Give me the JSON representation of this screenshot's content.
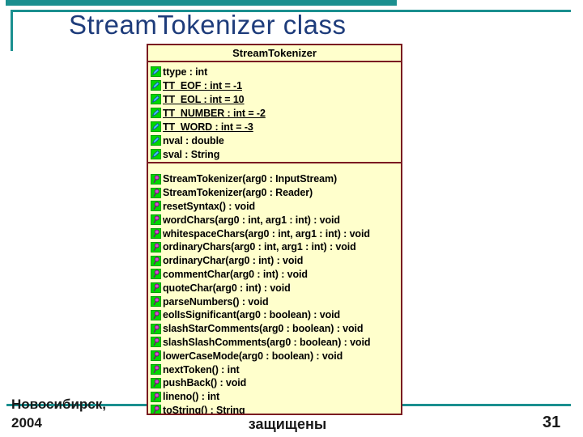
{
  "theme": {
    "accent_teal": "#1A8F8F",
    "title_color": "#1E3C7B",
    "class_box_bg": "#FFFFCC",
    "class_box_border": "#7A1B21",
    "icon_green": "#00D800",
    "attribute_glyph_color": "#44CCFF",
    "operation_glyph_color": "#D24FD2"
  },
  "slide": {
    "title": "StreamTokenizer class",
    "footer_left_line1": "Новосибирск,",
    "footer_left_line2": "2004",
    "footer_center": "защищены",
    "page_number": "31"
  },
  "uml_class": {
    "name": "StreamTokenizer",
    "fields": [
      {
        "label": "ttype : int",
        "static": false
      },
      {
        "label": "TT_EOF : int = -1",
        "static": true
      },
      {
        "label": "TT_EOL : int = 10",
        "static": true
      },
      {
        "label": "TT_NUMBER : int = -2",
        "static": true
      },
      {
        "label": "TT_WORD : int = -3",
        "static": true
      },
      {
        "label": "nval : double",
        "static": false
      },
      {
        "label": "sval : String",
        "static": false
      }
    ],
    "methods": [
      "StreamTokenizer(arg0 : InputStream)",
      "StreamTokenizer(arg0 : Reader)",
      "resetSyntax() : void",
      "wordChars(arg0 : int, arg1 : int) : void",
      "whitespaceChars(arg0 : int, arg1 : int) : void",
      "ordinaryChars(arg0 : int, arg1 : int) : void",
      "ordinaryChar(arg0 : int) : void",
      "commentChar(arg0 : int) : void",
      "quoteChar(arg0 : int) : void",
      "parseNumbers() : void",
      "eolIsSignificant(arg0 : boolean) : void",
      "slashStarComments(arg0 : boolean) : void",
      "slashSlashComments(arg0 : boolean) : void",
      "lowerCaseMode(arg0 : boolean) : void",
      "nextToken() : int",
      "pushBack() : void",
      "lineno() : int",
      "toString() : String"
    ]
  }
}
